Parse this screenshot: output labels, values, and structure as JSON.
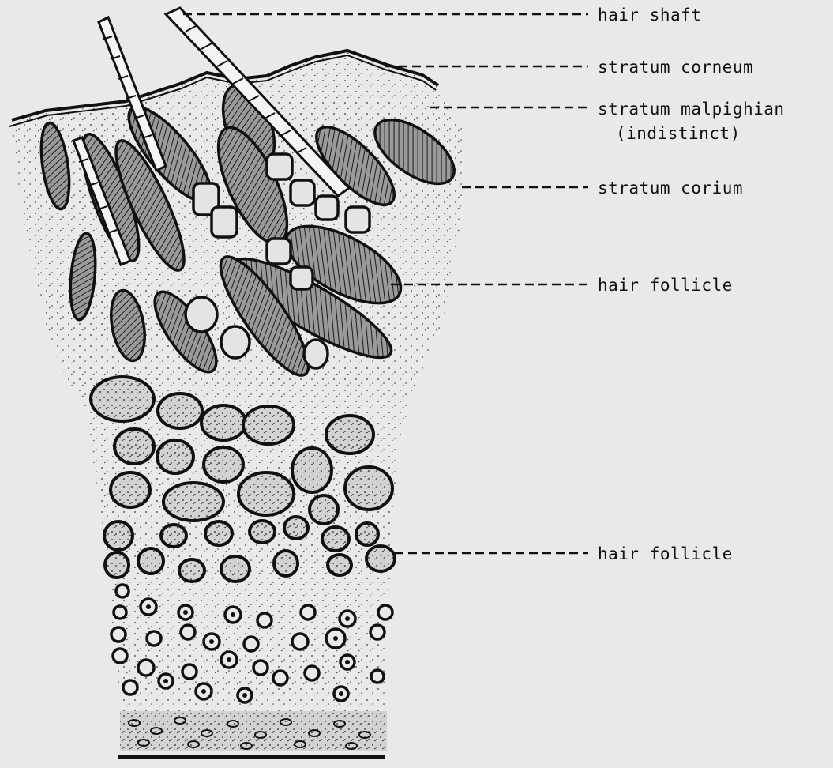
{
  "labels": {
    "hair_shaft": "hair shaft",
    "stratum_corneum": "stratum corneum",
    "stratum_malpighian": "stratum malpighian",
    "stratum_malpighian_note": "(indistinct)",
    "stratum_corium": "stratum corium",
    "hair_follicle_upper": "hair follicle",
    "hair_follicle_lower": "hair follicle"
  },
  "colors": {
    "background": "#e9e9e9",
    "ink": "#111111",
    "follicle_fill": "#8a8a8a",
    "cell_fill": "#cfcfcf"
  }
}
